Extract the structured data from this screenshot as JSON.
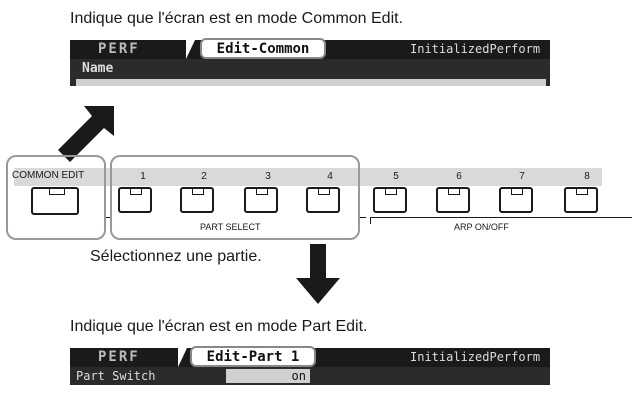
{
  "captions": {
    "top": "Indique que l'écran est en mode Common Edit.",
    "middle": "Sélectionnez une partie.",
    "bottom": "Indique que l'écran est en mode Part Edit."
  },
  "screen_common": {
    "mode": "PERF",
    "tab": "Edit-Common",
    "performance_name": "InitializedPerform",
    "row_label": "Name"
  },
  "screen_part": {
    "mode": "PERF",
    "tab": "Edit-Part 1",
    "performance_name": "InitializedPerform",
    "row_label": "Part Switch",
    "row_value": "on"
  },
  "panel": {
    "common_edit_label": "COMMON EDIT",
    "part_select_label": "PART SELECT",
    "arp_label": "ARP ON/OFF",
    "buttons": [
      "1",
      "2",
      "3",
      "4",
      "5",
      "6",
      "7",
      "8"
    ]
  },
  "colors": {
    "lcd_dark": "#1a1a1a",
    "panel_gray": "#d9d9d9",
    "highlight_border": "#999999"
  }
}
